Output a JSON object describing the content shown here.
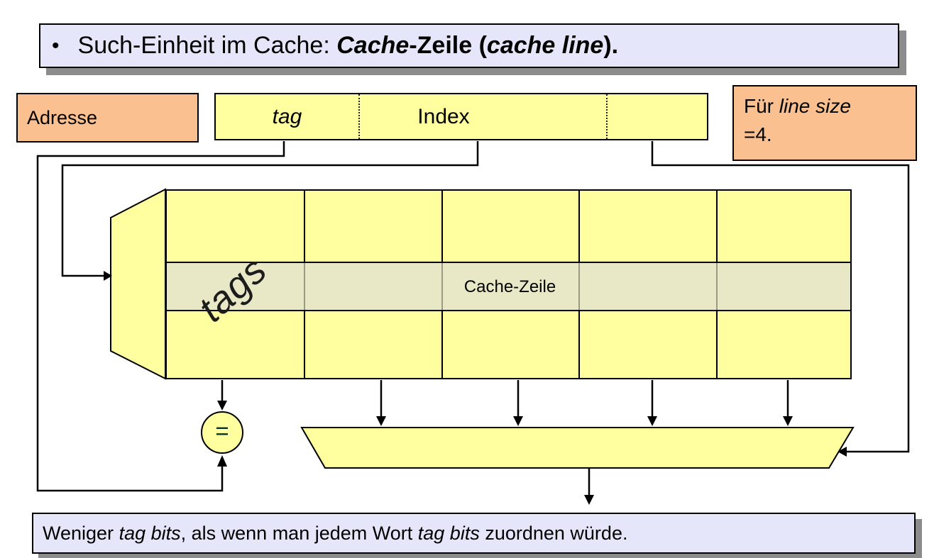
{
  "title": {
    "bullet": "•",
    "t1": "Such-Einheit im Cache: ",
    "t2": "Cache",
    "t3": "-Zeile",
    "t4": " (",
    "t5": "cache line",
    "t6": ")."
  },
  "address_box": {
    "label": "Adresse"
  },
  "address_field": {
    "tag_label": "tag",
    "index_label": "Index"
  },
  "line_size_note": {
    "t1": "Für ",
    "t2": "line size",
    "t3": "=4."
  },
  "cache": {
    "row_label": "Cache-Zeile",
    "tags_label": "tags",
    "comparator_symbol": "="
  },
  "bottom_note": {
    "t1": "Weniger ",
    "t2": "tag bits",
    "t3": ", als wenn man jedem Wort ",
    "t4": "tag bits",
    "t5": " zuordnen würde."
  },
  "colors": {
    "note_lavender": "#E6E6FA",
    "box_orange": "#FAC090",
    "cell_yellow": "#FFFFA0",
    "row_highlight": "#E8E8C6",
    "shadow_gray": "#8C8C8C",
    "line_black": "#000000"
  }
}
